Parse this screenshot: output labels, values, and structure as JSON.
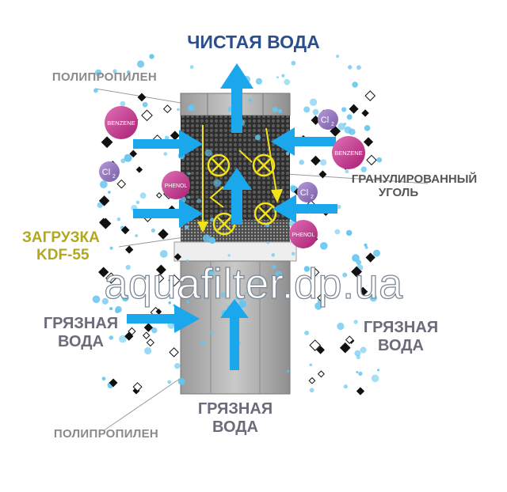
{
  "labels": {
    "title": "ЧИСТАЯ ВОДА",
    "polypropylene_top": "ПОЛИПРОПИЛЕН",
    "granular_coal_line1": "ГРАНУЛИРОВАННЫЙ",
    "granular_coal_line2": "УГОЛЬ",
    "kdf_line1": "ЗАГРУЗКА",
    "kdf_line2": "KDF-55",
    "dirty_left_line1": "ГРЯЗНАЯ",
    "dirty_left_line2": "ВОДА",
    "dirty_right_line1": "ГРЯЗНАЯ",
    "dirty_right_line2": "ВОДА",
    "dirty_bottom_line1": "ГРЯЗНАЯ",
    "dirty_bottom_line2": "ВОДА",
    "polypropylene_bottom": "ПОЛИПРОПИЛЕН"
  },
  "watermark": "aquafilter.dp.ua",
  "molecules": {
    "benzene": "BENZENE",
    "phenol": "PHENOL",
    "chlorine": "Cl",
    "chlorine_sub": "2"
  },
  "colors": {
    "arrow": "#1aa7ec",
    "yellow_flow": "#f2e21a",
    "molecule_pink": "#c2378e",
    "molecule_violet": "#8f73b8",
    "droplet": "#64c6ef",
    "title": "#2c4f8c"
  }
}
